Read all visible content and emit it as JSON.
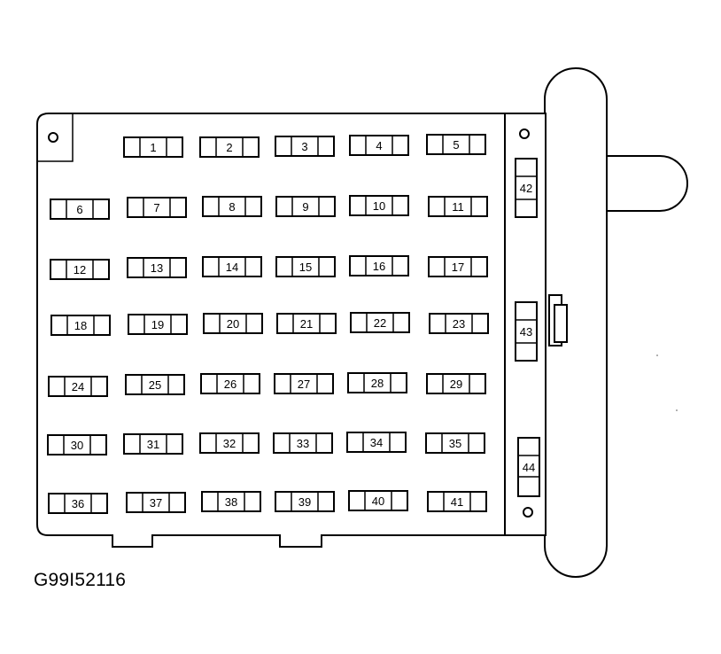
{
  "diagram": {
    "code": "G99I52116",
    "fuses": [
      {
        "label": "1"
      },
      {
        "label": "2"
      },
      {
        "label": "3"
      },
      {
        "label": "4"
      },
      {
        "label": "5"
      },
      {
        "label": "6"
      },
      {
        "label": "7"
      },
      {
        "label": "8"
      },
      {
        "label": "9"
      },
      {
        "label": "10"
      },
      {
        "label": "11"
      },
      {
        "label": "12"
      },
      {
        "label": "13"
      },
      {
        "label": "14"
      },
      {
        "label": "15"
      },
      {
        "label": "16"
      },
      {
        "label": "17"
      },
      {
        "label": "18"
      },
      {
        "label": "19"
      },
      {
        "label": "20"
      },
      {
        "label": "21"
      },
      {
        "label": "22"
      },
      {
        "label": "23"
      },
      {
        "label": "24"
      },
      {
        "label": "25"
      },
      {
        "label": "26"
      },
      {
        "label": "27"
      },
      {
        "label": "28"
      },
      {
        "label": "29"
      },
      {
        "label": "30"
      },
      {
        "label": "31"
      },
      {
        "label": "32"
      },
      {
        "label": "33"
      },
      {
        "label": "34"
      },
      {
        "label": "35"
      },
      {
        "label": "36"
      },
      {
        "label": "37"
      },
      {
        "label": "38"
      },
      {
        "label": "39"
      },
      {
        "label": "40"
      },
      {
        "label": "41"
      }
    ],
    "side_fuses": [
      {
        "label": "42"
      },
      {
        "label": "43"
      },
      {
        "label": "44"
      }
    ]
  }
}
